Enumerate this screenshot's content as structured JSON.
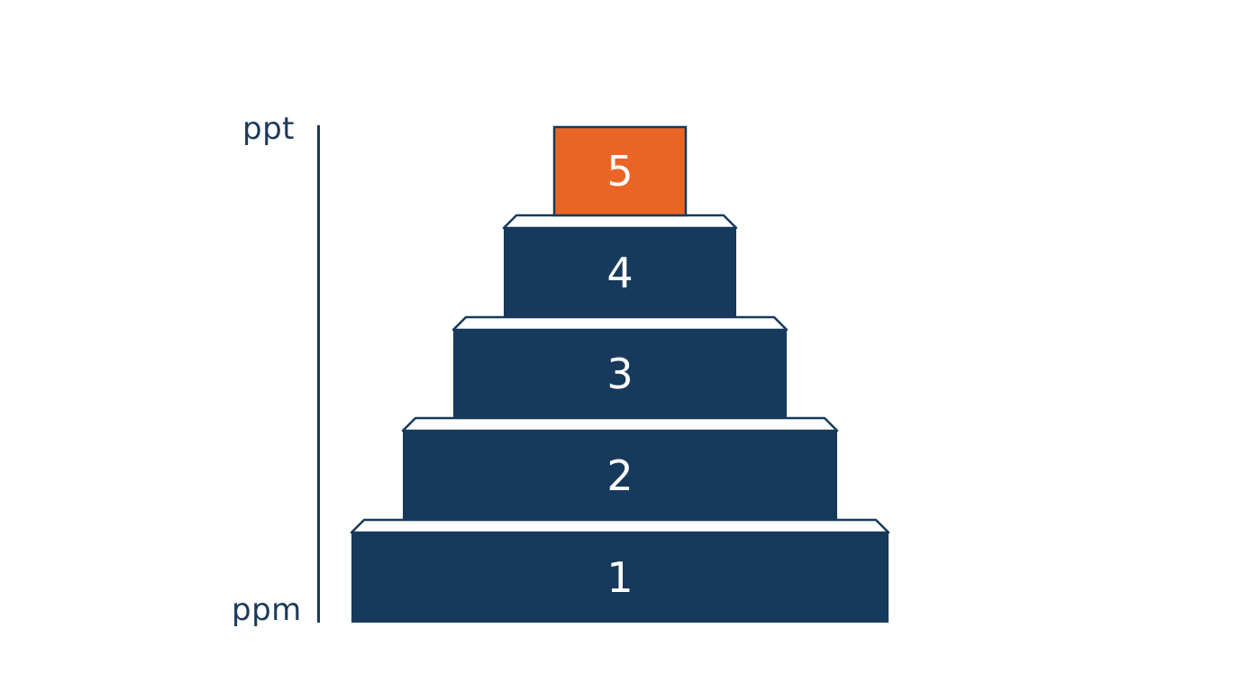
{
  "axis": {
    "top_label": "ppt",
    "bottom_label": "ppm"
  },
  "levels": [
    {
      "label": "1"
    },
    {
      "label": "2"
    },
    {
      "label": "3"
    },
    {
      "label": "4"
    },
    {
      "label": "5"
    }
  ],
  "colors": {
    "base": "#173a5c",
    "accent": "#ea6524",
    "outline": "#173a5c",
    "text": "#ffffff",
    "axis": "#1b3a5a"
  }
}
